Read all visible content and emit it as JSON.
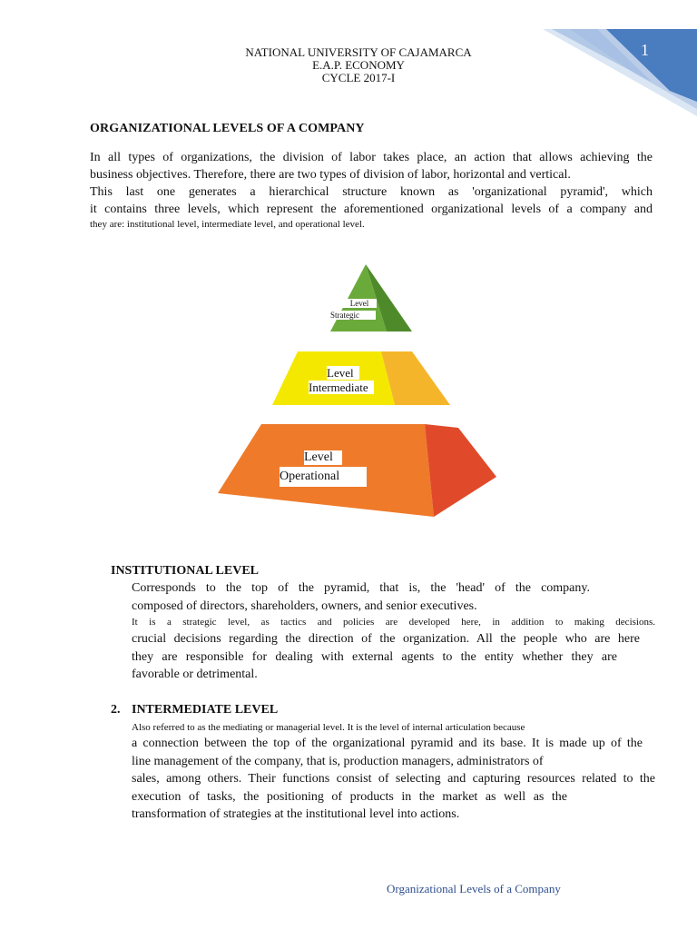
{
  "header": {
    "line1": "NATIONAL UNIVERSITY OF CAJAMARCA",
    "line2": "E.A.P. ECONOMY",
    "line3": "CYCLE 2017-I",
    "page_number": "1",
    "accent_color": "#4a7cc0"
  },
  "title": "ORGANIZATIONAL LEVELS OF A COMPANY",
  "intro": {
    "lines": [
      "In all types of organizations, the division of labor takes place, an action that allows achieving the",
      "business objectives. Therefore, there are two types of division of labor, horizontal and vertical.",
      "This last one generates a hierarchical structure known as 'organizational pyramid', which",
      "it contains three levels, which represent the aforementioned organizational levels of a company and",
      "they are: institutional level, intermediate level, and operational level."
    ]
  },
  "pyramid": {
    "top": {
      "line1": "Level",
      "line2": "Strategic",
      "colors": [
        "#6aaa3a",
        "#4f8a2a"
      ]
    },
    "middle": {
      "line1": "Level",
      "line2": "Intermediate",
      "colors": [
        "#f5e800",
        "#f5b52a"
      ]
    },
    "bottom": {
      "line1": "Level",
      "line2": "Operational",
      "colors": [
        "#ef7a2a",
        "#e04a2a"
      ]
    }
  },
  "sections": [
    {
      "heading": "INSTITUTIONAL   LEVEL",
      "lines": [
        {
          "text": "Corresponds to the top of the pyramid, that is, the 'head' of the company.",
          "small": false
        },
        {
          "text": "composed of directors, shareholders, owners, and senior executives.",
          "small": false
        },
        {
          "text": "It is a strategic level, as tactics and policies are developed here, in addition to making decisions.",
          "small": true
        },
        {
          "text": "crucial decisions regarding the direction of the organization. All the people who are here",
          "small": false
        },
        {
          "text": "they are responsible for dealing with external agents to the entity whether they are",
          "small": false
        },
        {
          "text": "favorable or detrimental.",
          "small": false
        }
      ]
    },
    {
      "number": "2.",
      "heading": "INTERMEDIATE   LEVEL",
      "lines": [
        {
          "text": "Also referred to as the mediating or managerial level. It is the level of internal articulation because",
          "small": true
        },
        {
          "text": "a connection between the top of the organizational pyramid and its base. It is made up of the",
          "small": false
        },
        {
          "text": "line management of the company, that is, production managers, administrators of",
          "small": false
        },
        {
          "text": "sales, among others. Their functions consist of selecting and capturing resources related to the",
          "small": false
        },
        {
          "text": "execution of tasks, the positioning of products in the market as well as the",
          "small": false
        },
        {
          "text": "transformation of strategies at the institutional level into actions.",
          "small": false
        }
      ]
    }
  ],
  "footer": "Organizational Levels of a Company"
}
